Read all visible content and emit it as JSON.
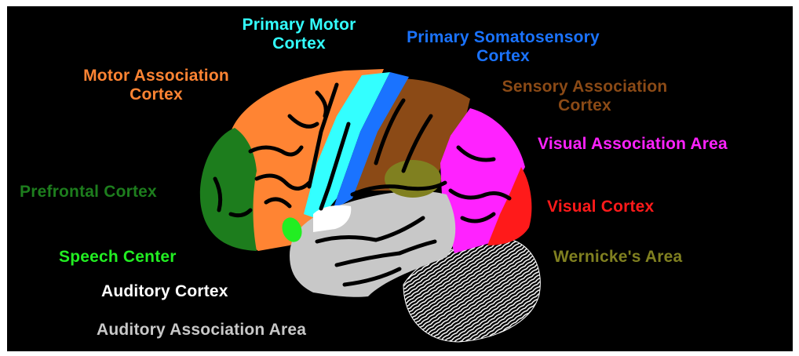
{
  "labels": {
    "primary_motor": {
      "line1": "Primary Motor",
      "line2": "Cortex",
      "color": "#33ffff"
    },
    "primary_somatosensory": {
      "line1": "Primary Somatosensory",
      "line2": "Cortex",
      "color": "#1a73ff"
    },
    "motor_association": {
      "line1": "Motor Association",
      "line2": "Cortex",
      "color": "#ff8433"
    },
    "sensory_association": {
      "line1": "Sensory Association",
      "line2": "Cortex",
      "color": "#8b4a16"
    },
    "visual_association": {
      "text": "Visual Association Area",
      "color": "#ff22ff"
    },
    "prefrontal": {
      "text": "Prefrontal Cortex",
      "color": "#1d7d1d"
    },
    "visual_cortex": {
      "text": "Visual Cortex",
      "color": "#ff1a1a"
    },
    "speech_center": {
      "text": "Speech Center",
      "color": "#22ee22"
    },
    "wernicke": {
      "text": "Wernicke's Area",
      "color": "#808020"
    },
    "auditory_cortex": {
      "text": "Auditory Cortex",
      "color": "#ffffff"
    },
    "auditory_association": {
      "text": "Auditory Association Area",
      "color": "#c8c8c8"
    }
  },
  "colors": {
    "background": "#000000",
    "sulci": "#000000",
    "motor_association_fill": "#ff8433",
    "prefrontal_fill": "#1d7d1d",
    "primary_motor_fill": "#33ffff",
    "primary_somatosensory_fill": "#1a73ff",
    "sensory_association_fill": "#8b4a16",
    "visual_association_fill": "#ff22ff",
    "visual_cortex_fill": "#ff1a1a",
    "temporal_fill": "#c8c8c8",
    "auditory_cortex_fill": "#ffffff",
    "speech_center_fill": "#22ee22",
    "wernicke_fill": "#808020",
    "cerebellum_fill": "#ffffff"
  }
}
